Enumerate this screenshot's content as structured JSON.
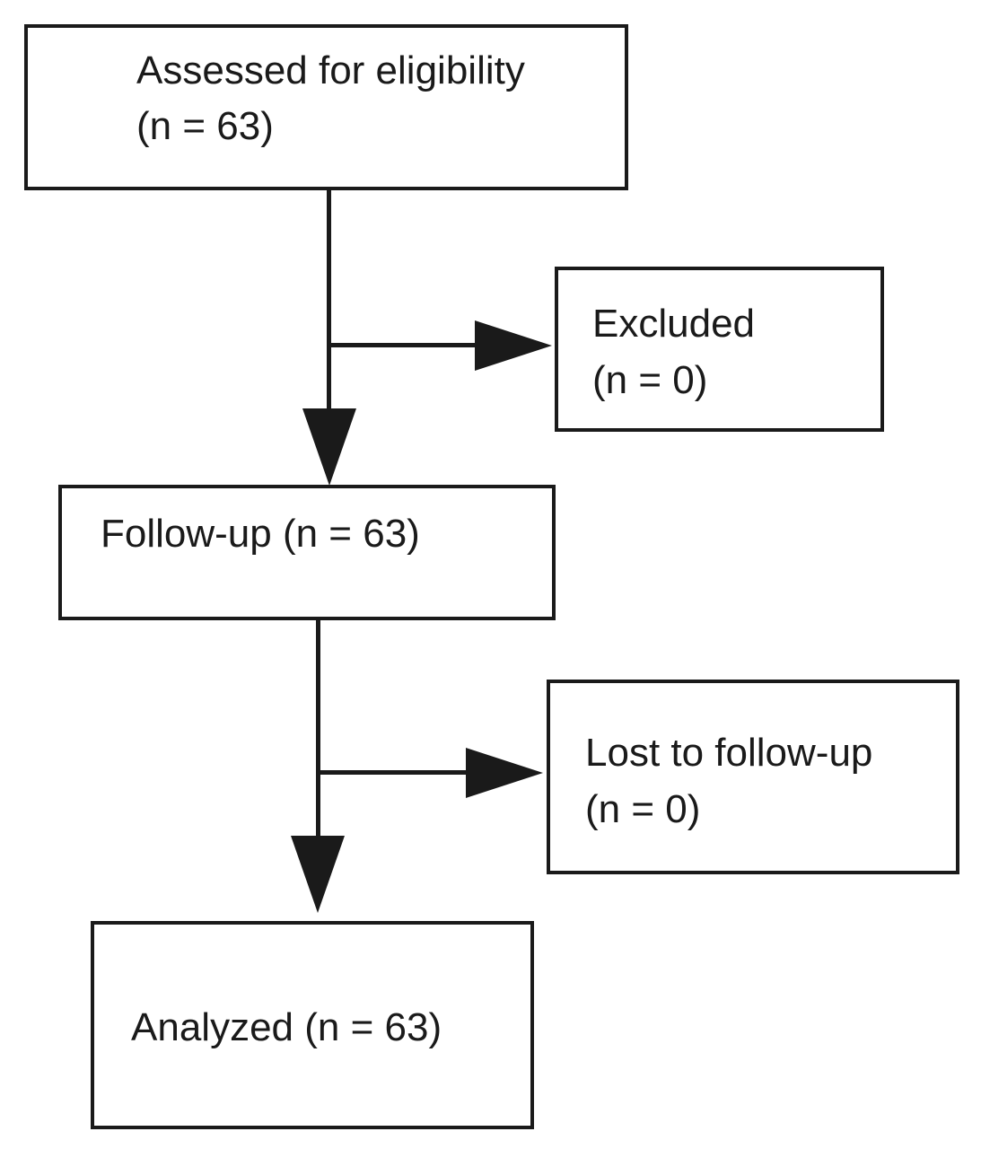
{
  "flowchart": {
    "assessed": {
      "line1": "Assessed for eligibility",
      "line2": "(n = 63)"
    },
    "excluded": {
      "line1": "Excluded",
      "line2": "(n = 0)"
    },
    "followup": {
      "line1": "Follow-up (n = 63)"
    },
    "lost": {
      "line1": "Lost to follow-up",
      "line2": "(n = 0)"
    },
    "analyzed": {
      "line1": "Analyzed (n = 63)"
    }
  },
  "colors": {
    "stroke": "#1a1a1a",
    "background": "#ffffff"
  }
}
